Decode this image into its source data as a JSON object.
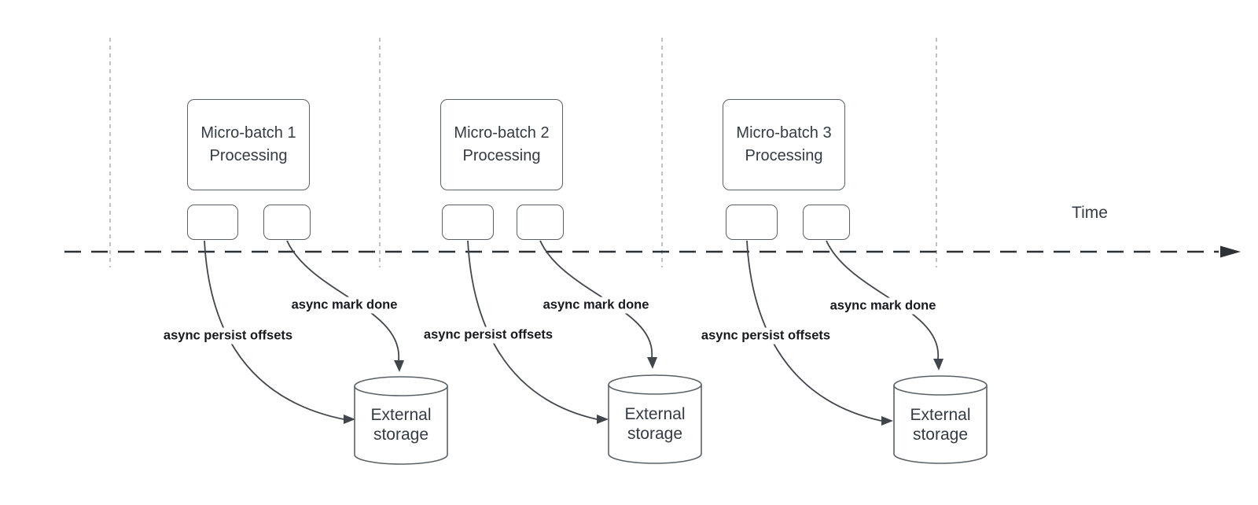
{
  "diagram": {
    "type": "timeline-flow-diagram",
    "time_label": "Time",
    "batches": [
      {
        "box_label": "Micro-batch 1\nProcessing",
        "persist_label": "async persist offsets",
        "done_label": "async mark done",
        "storage_label": "External\nstorage"
      },
      {
        "box_label": "Micro-batch 2\nProcessing",
        "persist_label": "async persist offsets",
        "done_label": "async mark done",
        "storage_label": "External\nstorage"
      },
      {
        "box_label": "Micro-batch 3\nProcessing",
        "persist_label": "async persist offsets",
        "done_label": "async mark done",
        "storage_label": "External\nstorage"
      }
    ],
    "colors": {
      "background": "#ffffff",
      "shape_border": "#5a6066",
      "shape_text": "#343b44",
      "bold_label_text": "#17191d",
      "arrow_curve": "#41464d",
      "time_axis": "#2e3237",
      "guide_line": "#b4b7bb"
    }
  }
}
